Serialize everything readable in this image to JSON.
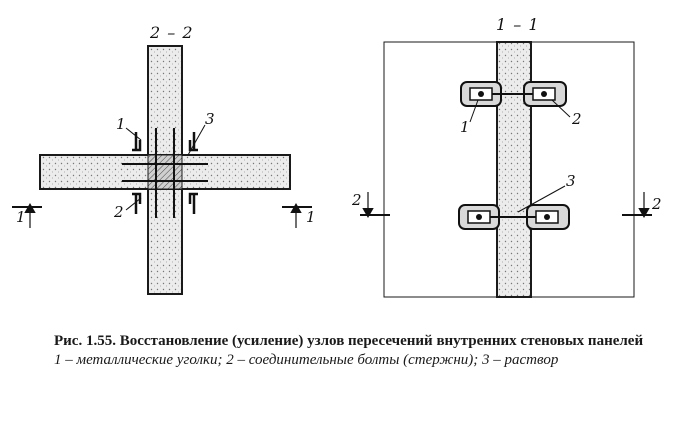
{
  "views": {
    "left_title": "2 – 2",
    "right_title": "1 – 1"
  },
  "callouts": {
    "left_1": "1",
    "left_2": "2",
    "left_3": "3",
    "section_mark_left": "1",
    "section_mark_right": "1",
    "right_1": "1",
    "right_2": "2",
    "right_3": "3",
    "section_mark_2_left": "2",
    "section_mark_2_right": "2"
  },
  "caption": {
    "title": "Рис. 1.55. Восстановление (усиление) узлов пересечений внутренних стеновых панелей",
    "legend": "1 – металлические уголки; 2 – соединительные болты (стержни); 3 – раствор"
  },
  "colors": {
    "ink": "#1a1a1a",
    "concrete": "#e9e9e9",
    "mortar": "#bdbdbd"
  }
}
